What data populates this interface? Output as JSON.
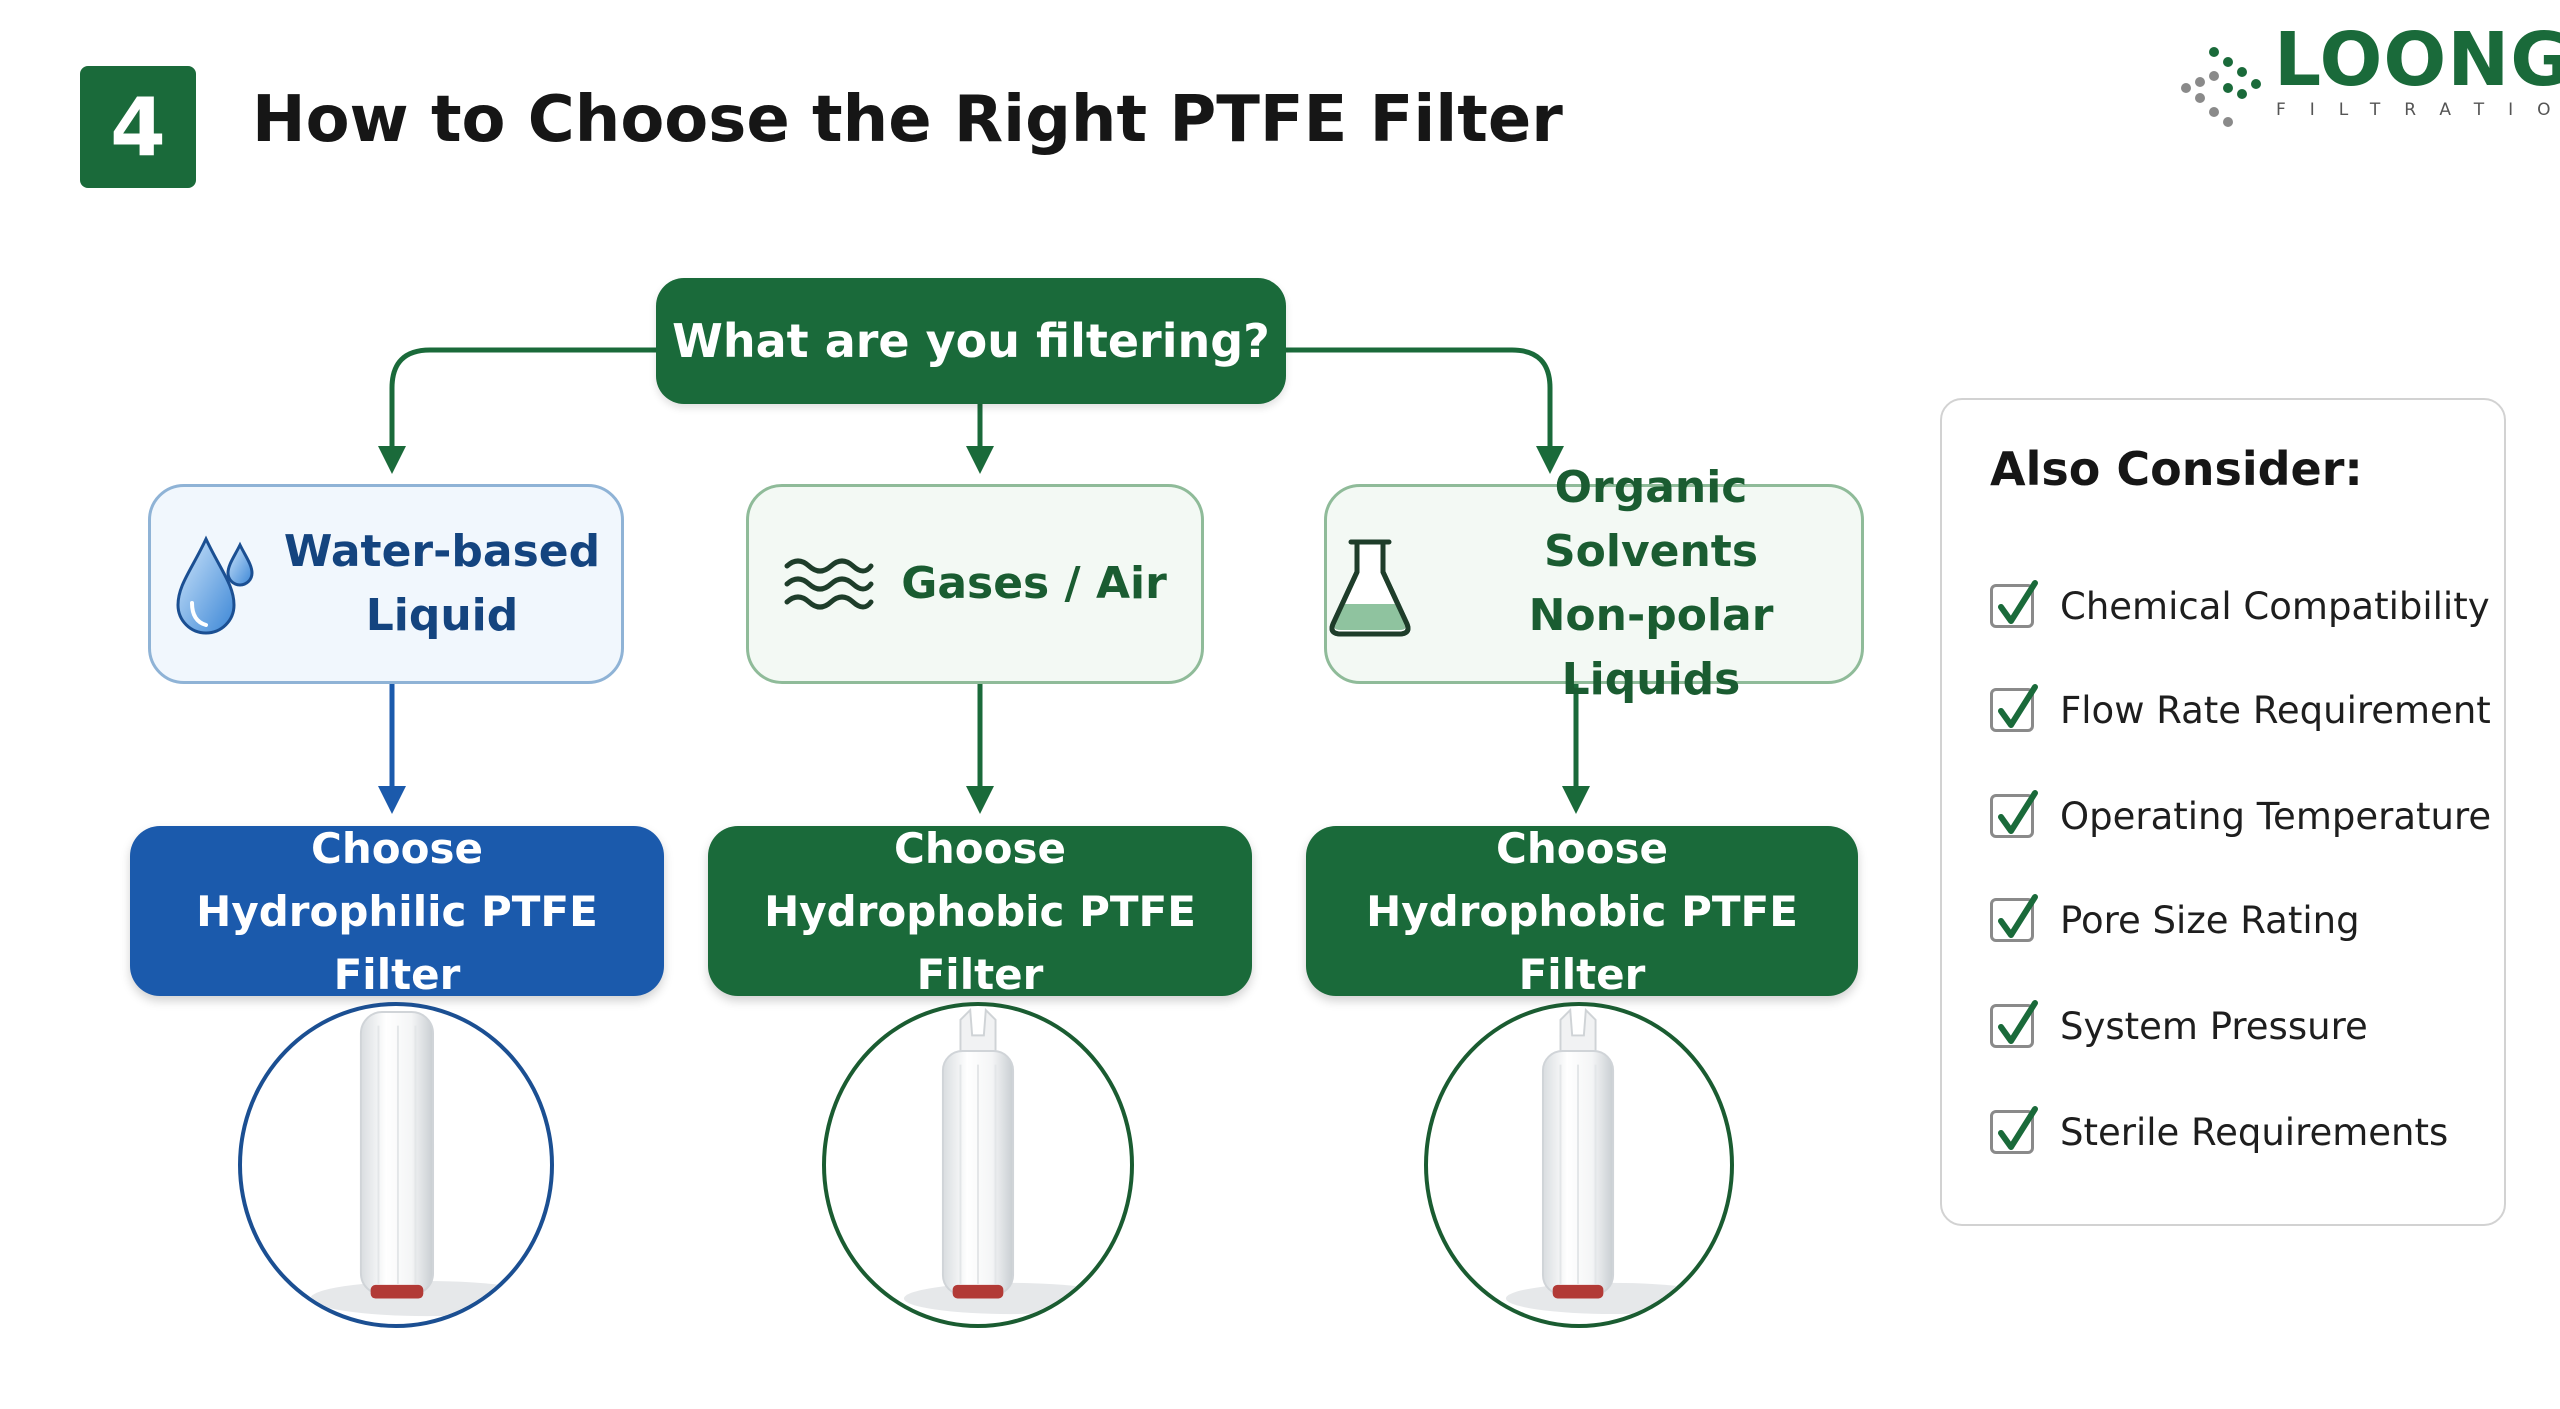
{
  "header": {
    "step_number": "4",
    "title": "How to Choose the Right PTFE Filter"
  },
  "logo": {
    "word": "LOONG",
    "subtitle": "FILTRATION",
    "color": "#1a6a3a"
  },
  "flow": {
    "question": "What are you filtering?",
    "categories": [
      {
        "line1": "Water-based",
        "line2": "Liquid",
        "icon": "water-drops-icon"
      },
      {
        "line1": "Gases / Air",
        "line2": "",
        "icon": "air-waves-icon"
      },
      {
        "line1": "Organic Solvents",
        "line2": "Non-polar Liquids",
        "icon": "flask-icon"
      }
    ],
    "choices": [
      {
        "line1": "Choose",
        "line2": "Hydrophilic PTFE Filter",
        "color": "#1b5aac"
      },
      {
        "line1": "Choose",
        "line2": "Hydrophobic PTFE Filter",
        "color": "#1a6a3a"
      },
      {
        "line1": "Choose",
        "line2": "Hydrophobic PTFE Filter",
        "color": "#1a6a3a"
      }
    ]
  },
  "consider": {
    "title": "Also Consider:",
    "items": [
      "Chemical Compatibility",
      "Flow Rate Requirement",
      "Operating Temperature",
      "Pore Size Rating",
      "System Pressure",
      "Sterile Requirements"
    ]
  },
  "colors": {
    "green": "#1a6a3a",
    "blue": "#1b5aac"
  }
}
